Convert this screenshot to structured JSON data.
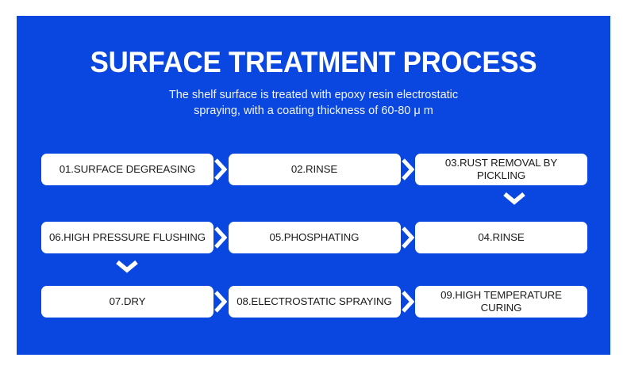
{
  "theme": {
    "panel_blue": "#0a47e0",
    "box_white": "#ffffff",
    "text_dark": "#1a1a1a",
    "text_light": "#ffffff"
  },
  "header": {
    "title": "SURFACE TREATMENT PROCESS",
    "subtitle_line_1": "The shelf surface is treated with epoxy resin electrostatic",
    "subtitle_line_2": "spraying, with a coating thickness of 60-80 μ m"
  },
  "flow": {
    "rows": [
      {
        "direction": "left-to-right",
        "steps": [
          {
            "number": "01",
            "label": "01.SURFACE DEGREASING"
          },
          {
            "number": "02",
            "label": "02.RINSE"
          },
          {
            "number": "03",
            "label": "03.RUST REMOVAL BY PICKLING"
          }
        ]
      },
      {
        "direction": "right-to-left",
        "steps": [
          {
            "number": "06",
            "label": "06.HIGH PRESSURE FLUSHING"
          },
          {
            "number": "05",
            "label": "05.PHOSPHATING"
          },
          {
            "number": "04",
            "label": "04.RINSE"
          }
        ]
      },
      {
        "direction": "left-to-right",
        "steps": [
          {
            "number": "07",
            "label": "07.DRY"
          },
          {
            "number": "08",
            "label": "08.ELECTROSTATIC SPRAYING"
          },
          {
            "number": "09",
            "label": "09.HIGH TEMPERATURE CURING"
          }
        ]
      }
    ],
    "connectors": {
      "right_chevron": "chevron-right-icon",
      "down_chevron": "chevron-down-icon"
    }
  }
}
